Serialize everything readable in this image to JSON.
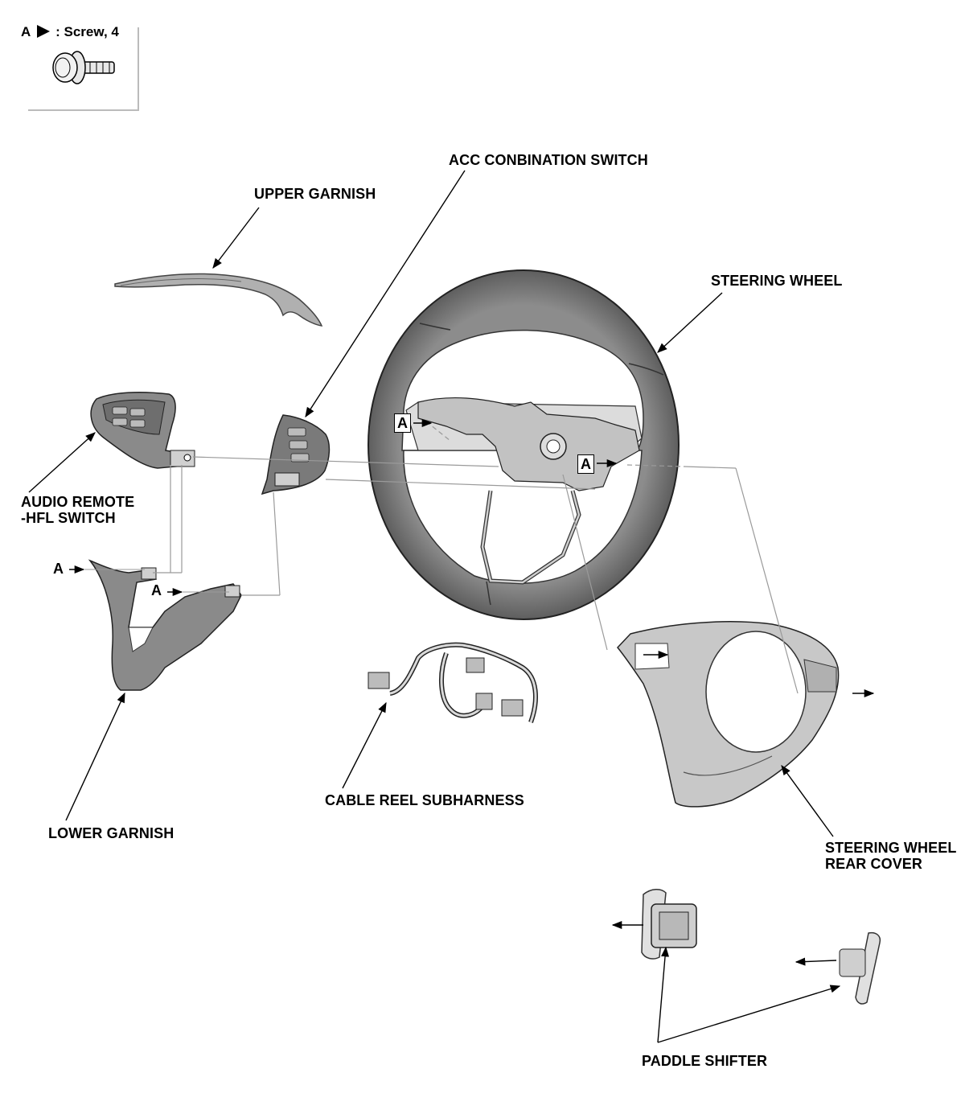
{
  "legend": {
    "marker": "A",
    "text": ": Screw, 4"
  },
  "labels": {
    "upper_garnish": "UPPER GARNISH",
    "acc_switch": "ACC CONBINATION SWITCH",
    "steering_wheel": "STEERING WHEEL",
    "audio_switch_line1": "AUDIO REMOTE",
    "audio_switch_line2": "-HFL SWITCH",
    "lower_garnish": "LOWER GARNISH",
    "cable_reel": "CABLE REEL SUBHARNESS",
    "rear_cover_line1": "STEERING WHEEL",
    "rear_cover_line2": "REAR COVER",
    "paddle_shifter": "PADDLE SHIFTER"
  },
  "screw_tags": [
    "A",
    "A",
    "A",
    "A"
  ],
  "colors": {
    "line": "#000000",
    "part_fill": "#d9d9d9",
    "part_dark": "#7a7a7a",
    "part_mid": "#b5b5b5",
    "guide": "#9a9a9a"
  }
}
